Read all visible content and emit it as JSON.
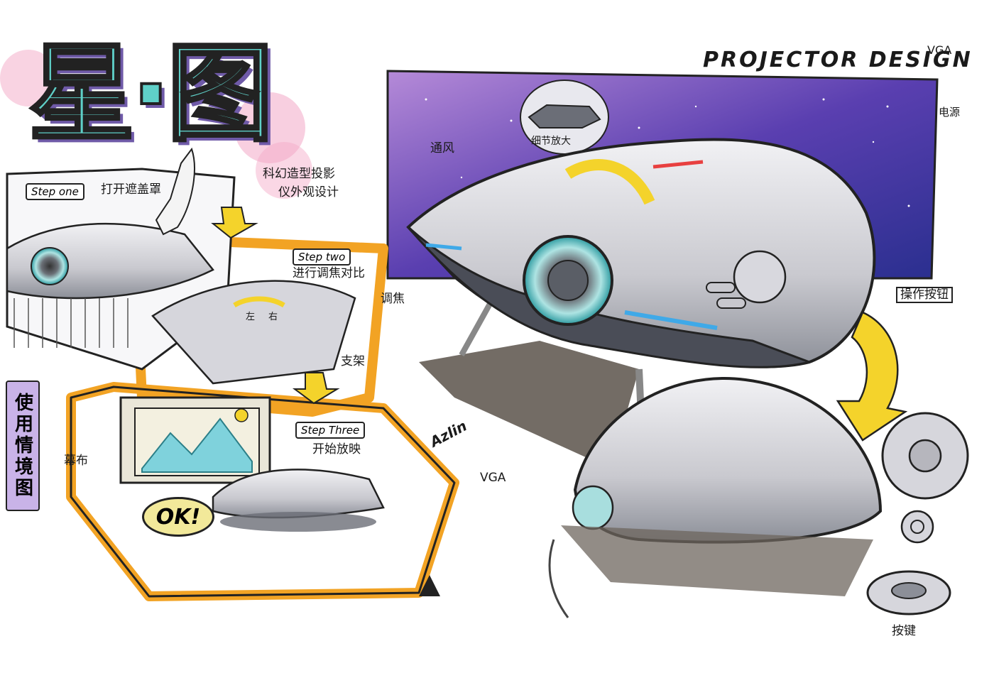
{
  "title": {
    "main_cn": "星·图",
    "sub_en": "PROJECTOR DESIGN",
    "corner_tag": "VGA"
  },
  "steps": {
    "one_label": "Step one",
    "one_text": "打开遮盖罩",
    "two_label": "Step two",
    "two_text": "进行调焦对比",
    "three_label": "Step Three",
    "three_text": "开始放映"
  },
  "concept_text": {
    "line1": "科幻造型投影",
    "line2": "仪外观设计"
  },
  "labels": {
    "vent": "通风",
    "detail": "细节放大",
    "power": "电源",
    "operation": "操作按钮",
    "focus": "调焦",
    "stand": "支架",
    "screen": "幕布",
    "vga": "VGA",
    "button": "按键",
    "left": "左",
    "right": "右"
  },
  "scenario_vertical": "使用情境图",
  "ok_bubble": "OK!",
  "signature": "Azlin",
  "colors": {
    "purple": "#6a3fb0",
    "blue": "#2a2f8f",
    "teal": "#5fd0c8",
    "orange": "#f2a324",
    "yellow": "#f4d32b",
    "silver": "#c9c9cf",
    "dark_gray": "#4a4d57",
    "pink": "#f3a7c6"
  }
}
